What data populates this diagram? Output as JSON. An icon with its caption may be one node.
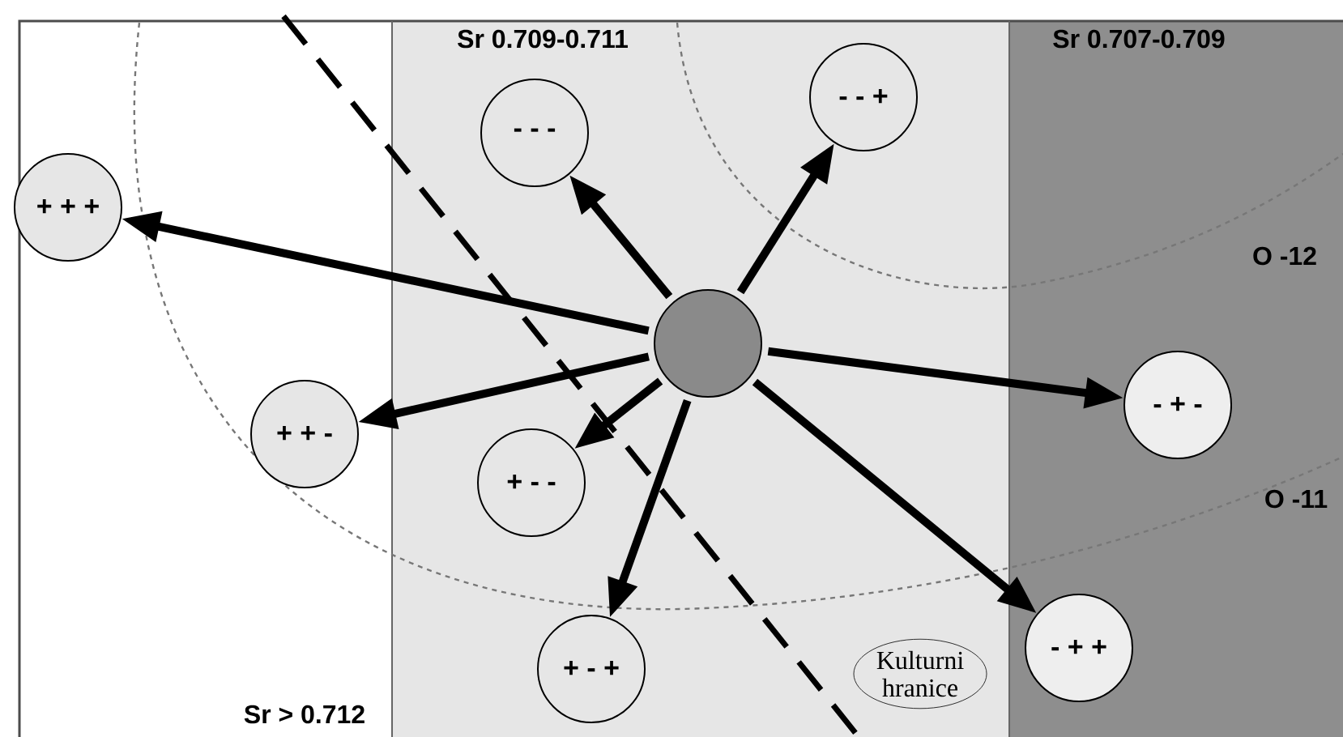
{
  "diagram": {
    "nodes": [
      {
        "text": [],
        "shape": "circle"
      },
      {
        "text": [
          "+ + +"
        ]
      },
      {
        "text": [
          "- - -"
        ]
      },
      {
        "text": [
          "- - +"
        ]
      },
      {
        "text": [
          "+ + -"
        ]
      },
      {
        "text": [
          "+ - -"
        ]
      },
      {
        "text": [
          "+ - +"
        ]
      },
      {
        "text": [
          "- + -"
        ]
      },
      {
        "text": [
          "- + +"
        ]
      },
      {
        "text": [
          "Kulturni hranice"
        ]
      }
    ],
    "edges": [
      {
        "from": 0,
        "to": 1,
        "arrow": "to"
      },
      {
        "from": 0,
        "to": 2,
        "arrow": "to"
      },
      {
        "from": 0,
        "to": 3,
        "arrow": "to"
      },
      {
        "from": 0,
        "to": 4,
        "arrow": "to"
      },
      {
        "from": 0,
        "to": 5,
        "arrow": "to"
      },
      {
        "from": 0,
        "to": 6,
        "arrow": "to"
      },
      {
        "from": 0,
        "to": 7,
        "arrow": "to"
      },
      {
        "from": 0,
        "to": 8,
        "arrow": "to"
      }
    ],
    "labels": [
      "Sr 0.709-0.711",
      "Sr 0.707-0.709",
      "O -12",
      "O -11",
      "Sr > 0.712"
    ]
  }
}
